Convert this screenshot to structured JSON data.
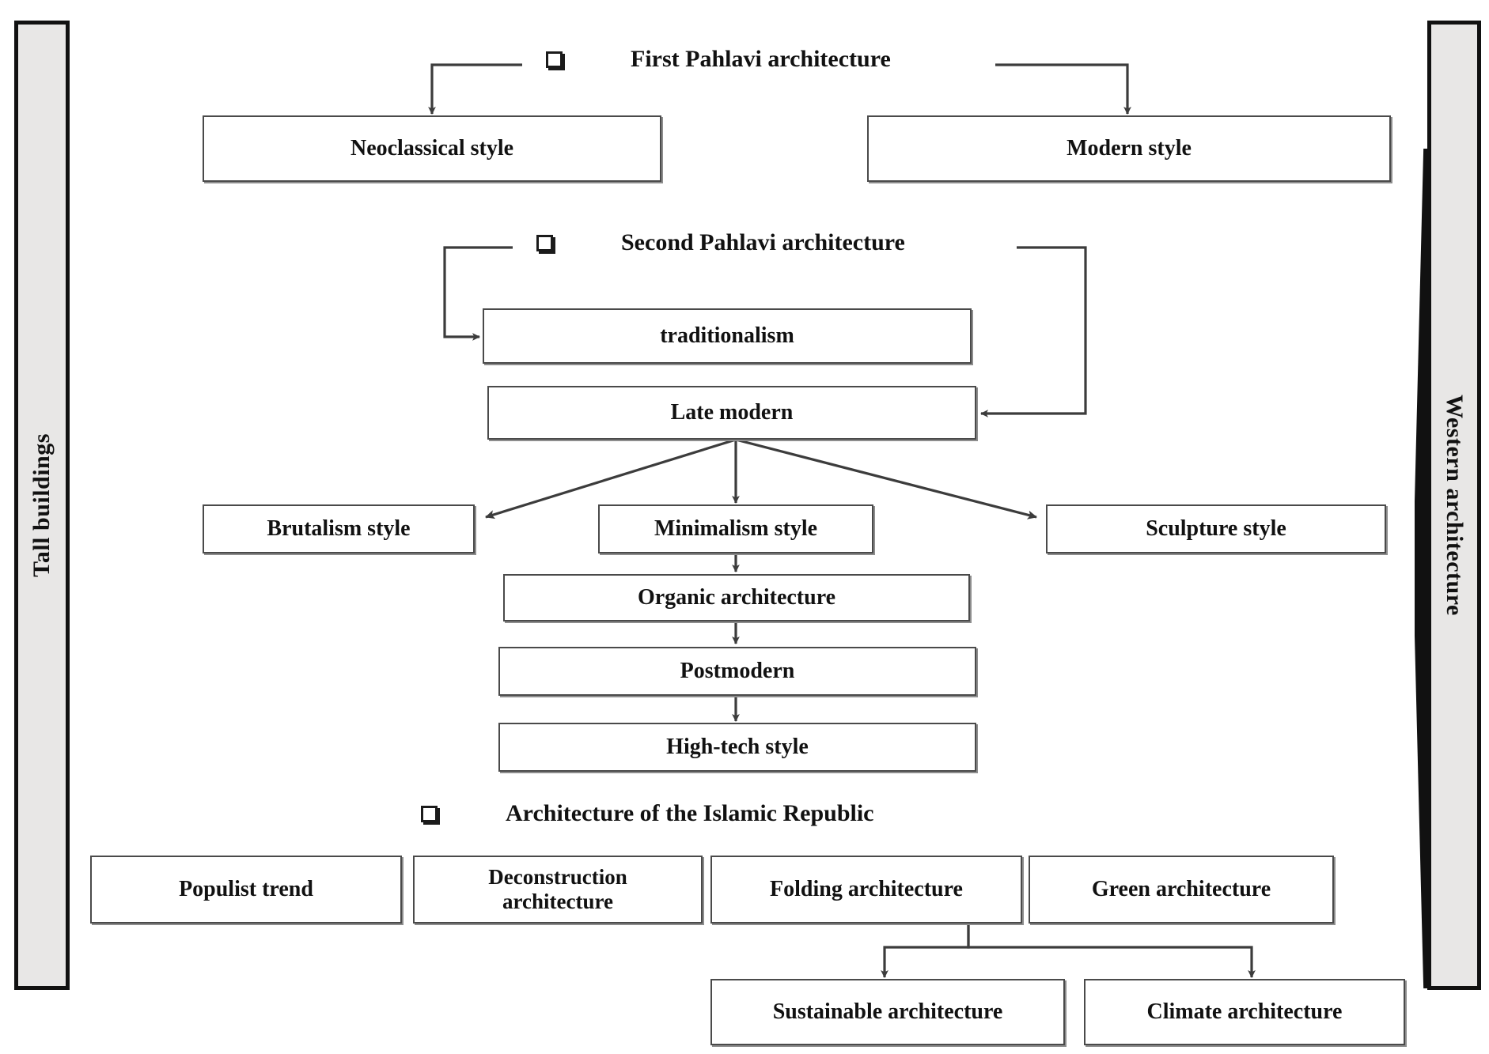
{
  "diagram": {
    "title_left_band": "Tall buildings",
    "title_right_band": "Western architecture",
    "groups": [
      {
        "id": "first-pahlavi",
        "label": "First Pahlavi architecture",
        "bullet": "square-bullet-icon"
      },
      {
        "id": "second-pahlavi",
        "label": "Second Pahlavi architecture",
        "bullet": "square-bullet-icon"
      },
      {
        "id": "islamic",
        "label": "Architecture of the Islamic Republic",
        "bullet": "square-bullet-icon"
      }
    ],
    "nodes": {
      "neoclassical": "Neoclassical style",
      "modern": "Modern style",
      "traditionalism": "traditionalism",
      "late_modern": "Late modern",
      "brutalism": "Brutalism style",
      "minimalism": "Minimalism style",
      "sculpture": "Sculpture style",
      "organic": "Organic architecture",
      "postmodern": "Postmodern",
      "hightech": "High-tech style",
      "populist": "Populist trend",
      "deconstruction_l1": "Deconstruction",
      "deconstruction_l2": "architecture",
      "folding": "Folding architecture",
      "green": "Green architecture",
      "sustainable": "Sustainable architecture",
      "climate": "Climate architecture"
    },
    "edges": [
      {
        "from": "first-pahlavi",
        "to": "neoclassical",
        "name": "edge-first-pahlavi-to-neoclassical"
      },
      {
        "from": "first-pahlavi",
        "to": "modern",
        "name": "edge-first-pahlavi-to-modern"
      },
      {
        "from": "second-pahlavi",
        "to": "traditionalism",
        "name": "edge-second-pahlavi-to-traditionalism"
      },
      {
        "from": "second-pahlavi",
        "to": "late_modern",
        "name": "edge-second-pahlavi-to-late-modern"
      },
      {
        "from": "late_modern",
        "to": "brutalism",
        "name": "edge-late-modern-to-brutalism"
      },
      {
        "from": "late_modern",
        "to": "minimalism",
        "name": "edge-late-modern-to-minimalism"
      },
      {
        "from": "late_modern",
        "to": "sculpture",
        "name": "edge-late-modern-to-sculpture"
      },
      {
        "from": "minimalism",
        "to": "organic",
        "name": "edge-minimalism-to-organic"
      },
      {
        "from": "organic",
        "to": "postmodern",
        "name": "edge-organic-to-postmodern"
      },
      {
        "from": "postmodern",
        "to": "hightech",
        "name": "edge-postmodern-to-high-tech"
      },
      {
        "from": "green",
        "to": "sustainable",
        "name": "edge-green-to-sustainable"
      },
      {
        "from": "green",
        "to": "climate",
        "name": "edge-green-to-climate"
      }
    ],
    "colors": {
      "band_fill": "#e8e7e6",
      "band_stroke": "#111111",
      "node_stroke": "#4a4a4a",
      "node_shadow": "#8d8d8d",
      "text": "#111111",
      "page": "#ffffff"
    }
  }
}
